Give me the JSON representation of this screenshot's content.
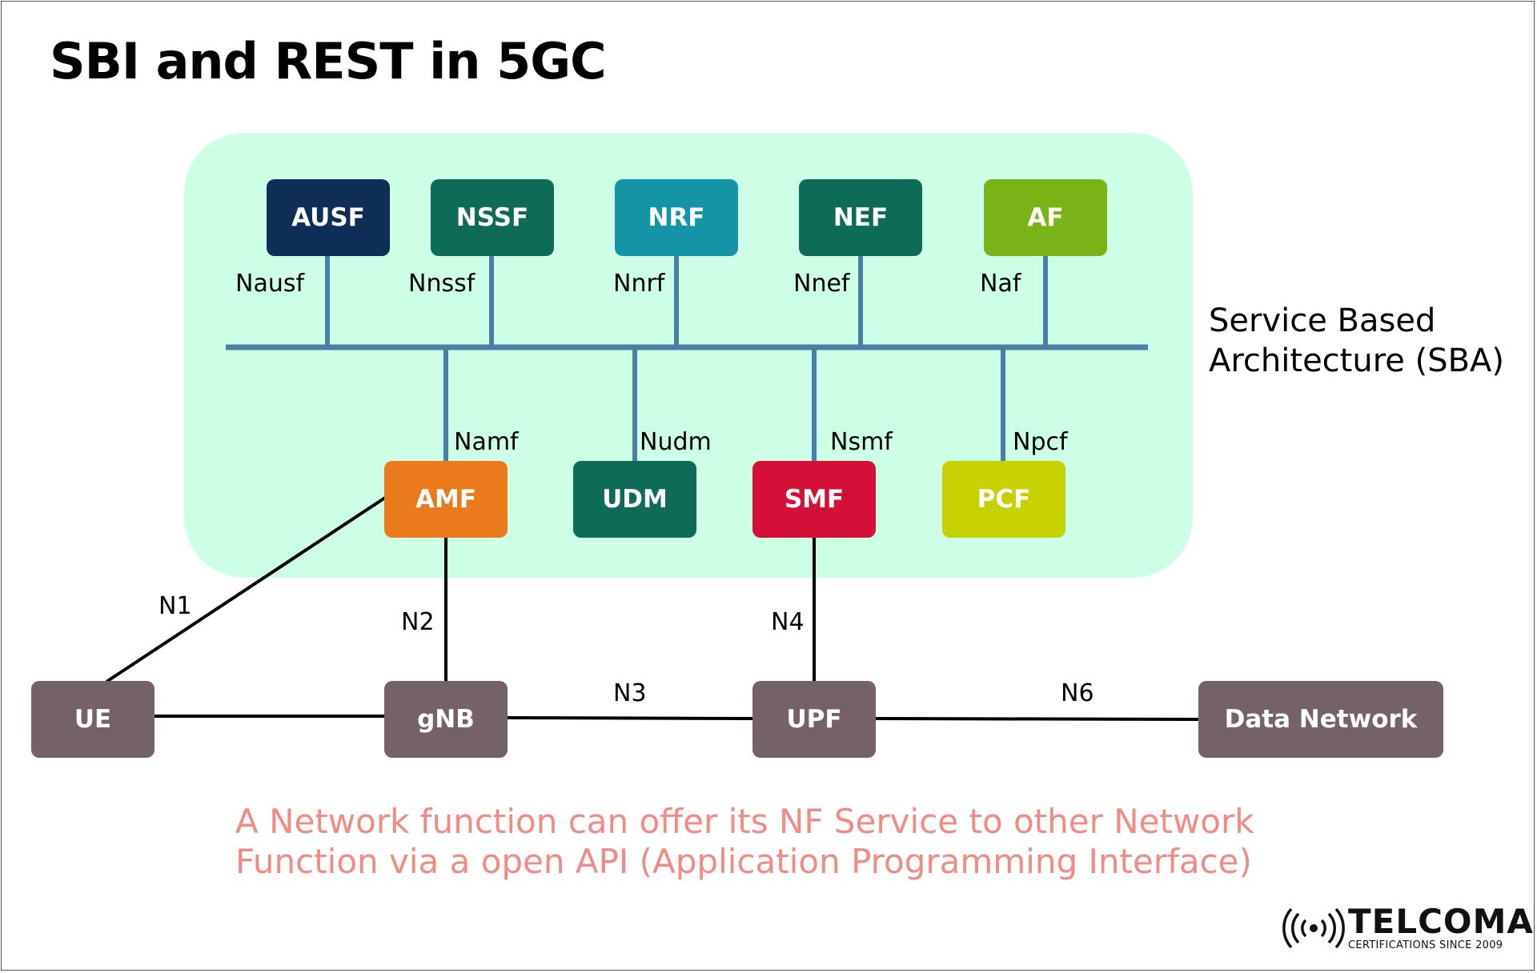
{
  "title": "SBI and REST in 5GC",
  "sba_label": [
    "Service Based",
    "Architecture (SBA)"
  ],
  "note": [
    "A Network function can offer its NF Service to other Network",
    "Function via a open API (Application Programming Interface)"
  ],
  "logo": {
    "name": "TELCOMA",
    "tagline": "CERTIFICATIONS SINCE 2009",
    "icon": "radio-signal-icon"
  },
  "nodes": {
    "ausf": {
      "label": "AUSF",
      "color": "#0e2d57"
    },
    "nssf": {
      "label": "NSSF",
      "color": "#0d6b58"
    },
    "nrf": {
      "label": "NRF",
      "color": "#1594a8"
    },
    "nef": {
      "label": "NEF",
      "color": "#0d6b58"
    },
    "af": {
      "label": "AF",
      "color": "#7ab317"
    },
    "amf": {
      "label": "AMF",
      "color": "#ea7a1c"
    },
    "udm": {
      "label": "UDM",
      "color": "#0d6b58"
    },
    "smf": {
      "label": "SMF",
      "color": "#d41038"
    },
    "pcf": {
      "label": "PCF",
      "color": "#c7d100"
    },
    "ue": {
      "label": "UE",
      "color": "#74616a"
    },
    "gnb": {
      "label": "gNB",
      "color": "#74616a"
    },
    "upf": {
      "label": "UPF",
      "color": "#74616a"
    },
    "dn": {
      "label": "Data Network",
      "color": "#74616a"
    }
  },
  "interfaces": {
    "nausf": "Nausf",
    "nnssf": "Nnssf",
    "nnrf": "Nnrf",
    "nnef": "Nnef",
    "naf": "Naf",
    "namf": "Namf",
    "nudm": "Nudm",
    "nsmf": "Nsmf",
    "npcf": "Npcf",
    "n1": "N1",
    "n2": "N2",
    "n3": "N3",
    "n4": "N4",
    "n6": "N6"
  },
  "colors": {
    "sba_background": "#ccffe6",
    "bus": "#4a7fa3",
    "link": "#000000",
    "note": "#f28b86"
  }
}
